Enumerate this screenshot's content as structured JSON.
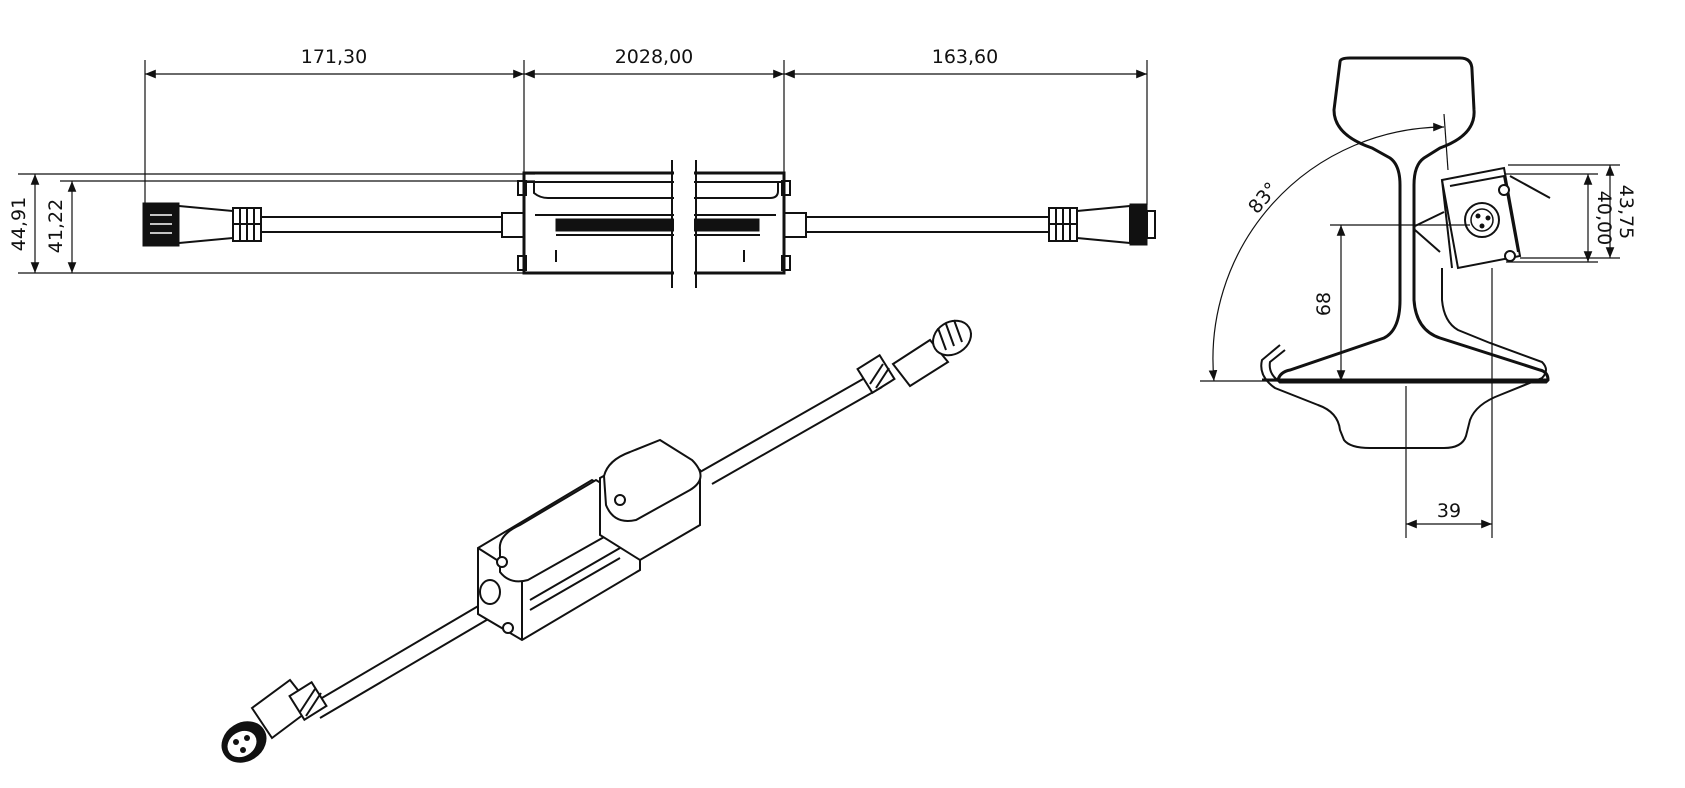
{
  "dimensions": {
    "left_length": "171,30",
    "middle_length": "2028,00",
    "right_length": "163,60",
    "outer_height": "44,91",
    "inner_height": "41,22",
    "angle": "83°",
    "height_68": "68",
    "offset_39": "39",
    "clip_height": "40,00",
    "clip_outer": "43,75"
  },
  "colors": {
    "line": "#111111",
    "background": "#ffffff"
  }
}
